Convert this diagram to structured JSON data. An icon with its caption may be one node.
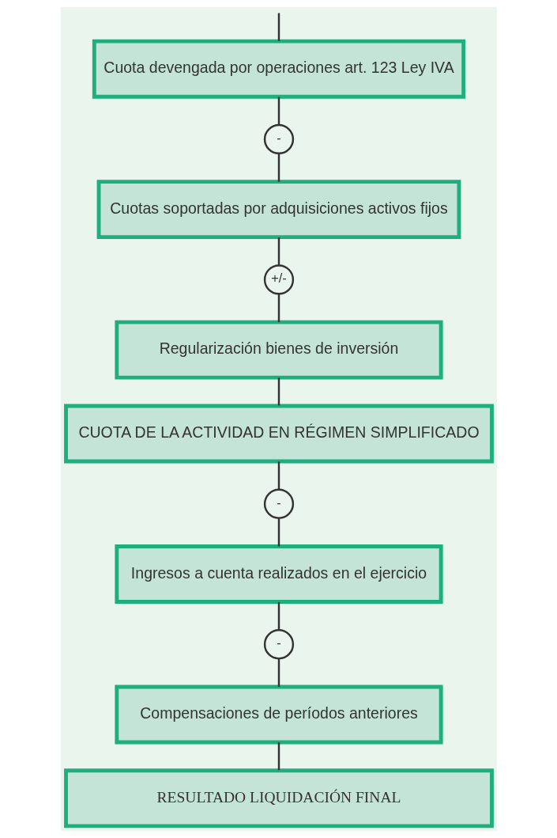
{
  "diagram": {
    "nodes": [
      {
        "text": [
          "Cuota devengada por operaciones art. 123 Ley IVA"
        ]
      },
      {
        "text": [
          "-"
        ]
      },
      {
        "text": [
          "Cuotas soportadas por adquisiciones activos fijos"
        ]
      },
      {
        "text": [
          "+/-"
        ]
      },
      {
        "text": [
          "Regularización bienes de inversión"
        ]
      },
      {
        "text": [
          "CUOTA DE LA ACTIVIDAD EN RÉGIMEN SIMPLIFICADO"
        ]
      },
      {
        "text": [
          "-"
        ]
      },
      {
        "text": [
          "Ingresos a cuenta realizados en el ejercicio"
        ]
      },
      {
        "text": [
          "-"
        ]
      },
      {
        "text": [
          "Compensaciones de períodos anteriores"
        ]
      },
      {
        "text": [
          "RESULTADO LIQUIDACIÓN FINAL"
        ]
      }
    ],
    "edges": [
      {
        "from": null,
        "to": 0,
        "arrow": "none"
      },
      {
        "from": 0,
        "to": 1,
        "arrow": "none"
      },
      {
        "from": 1,
        "to": 2,
        "arrow": "none"
      },
      {
        "from": 2,
        "to": 3,
        "arrow": "none"
      },
      {
        "from": 3,
        "to": 4,
        "arrow": "none"
      },
      {
        "from": 4,
        "to": 5,
        "arrow": "none"
      },
      {
        "from": 5,
        "to": 6,
        "arrow": "none"
      },
      {
        "from": 6,
        "to": 7,
        "arrow": "none"
      },
      {
        "from": 7,
        "to": 8,
        "arrow": "none"
      },
      {
        "from": 8,
        "to": 9,
        "arrow": "none"
      },
      {
        "from": 9,
        "to": 10,
        "arrow": "none"
      }
    ]
  }
}
